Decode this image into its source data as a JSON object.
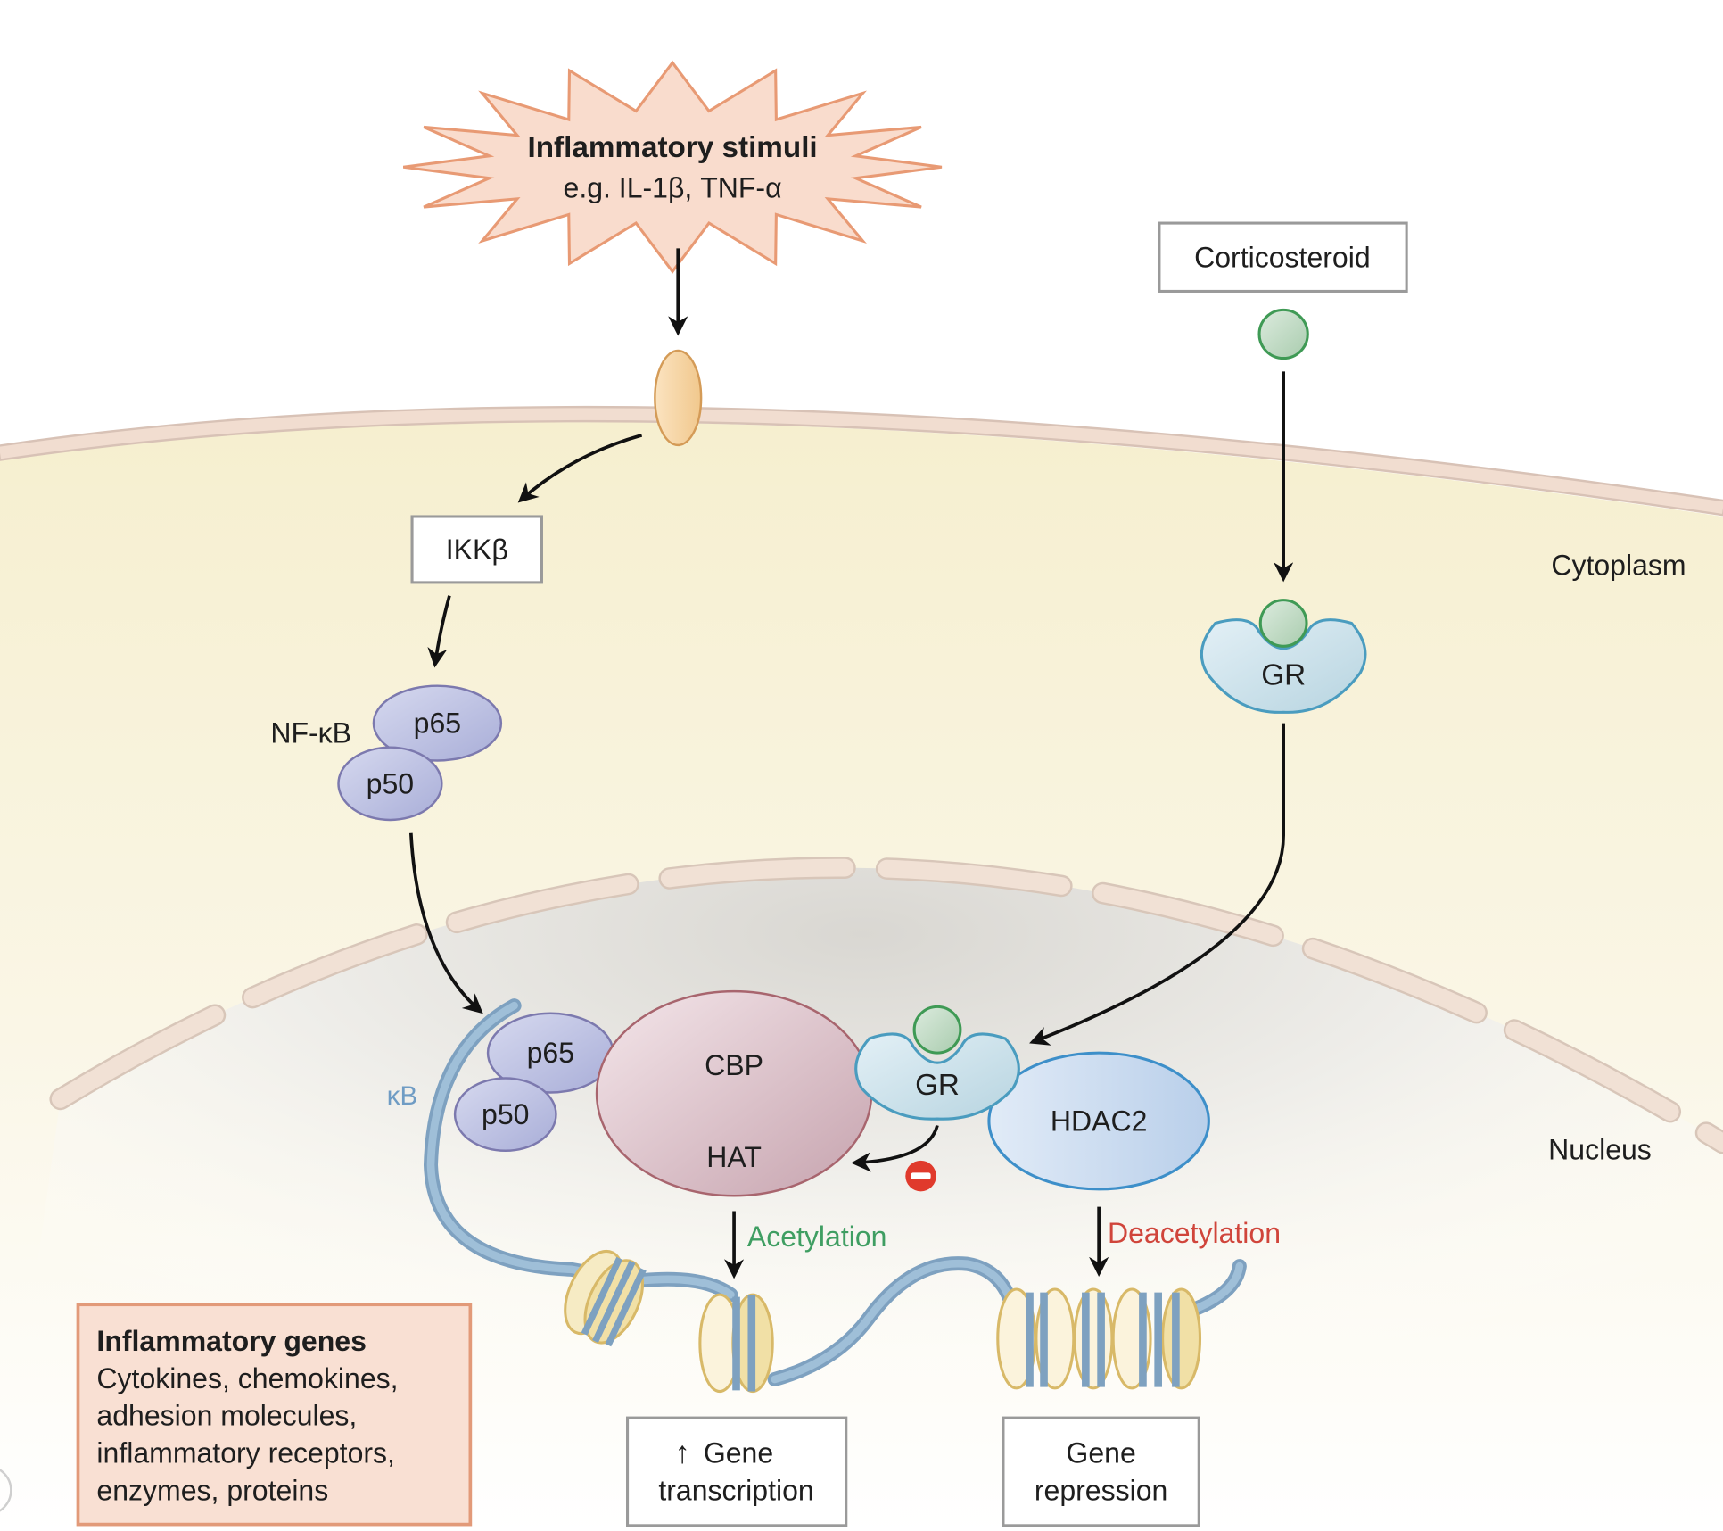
{
  "title": "Corticosteroid suppression of inflammatory gene activation",
  "stimulus": {
    "title": "Inflammatory stimuli",
    "subtitle": "e.g. IL-1β, TNF-α"
  },
  "drug_box": {
    "label": "Corticosteroid"
  },
  "kinase_box": {
    "label": "IKKβ"
  },
  "compartments": {
    "cytoplasm": "Cytoplasm",
    "nucleus": "Nucleus"
  },
  "nfkb": {
    "label": "NF-κB",
    "p65": "p65",
    "p50": "p50"
  },
  "receptor": {
    "label": "GR"
  },
  "nuclear_complex": {
    "kb_site": "κB",
    "p65": "p65",
    "p50": "p50",
    "cbp_top": "CBP",
    "cbp_bottom": "HAT",
    "gr": "GR",
    "hdac": "HDAC2",
    "inhibition_symbol": "−"
  },
  "processes": {
    "acetylation": "Acetylation",
    "deacetylation": "Deacetylation"
  },
  "outcomes": {
    "transcription_arrow": "↑",
    "transcription_line1": "Gene",
    "transcription_line2": "transcription",
    "repression_line1": "Gene",
    "repression_line2": "repression"
  },
  "genes_box": {
    "title": "Inflammatory genes",
    "lines": [
      "Cytokines, chemokines,",
      "adhesion molecules,",
      "inflammatory receptors,",
      "enzymes, proteins"
    ]
  },
  "colors": {
    "acetylation": "#3f9e62",
    "deacetylation": "#d0453b",
    "kb_label": "#6f9cc4",
    "inhibition": "#e03a2c",
    "stimulus_fill": "#f9dccd",
    "stimulus_stroke": "#e89a74",
    "membrane": "#f1ddd0"
  }
}
